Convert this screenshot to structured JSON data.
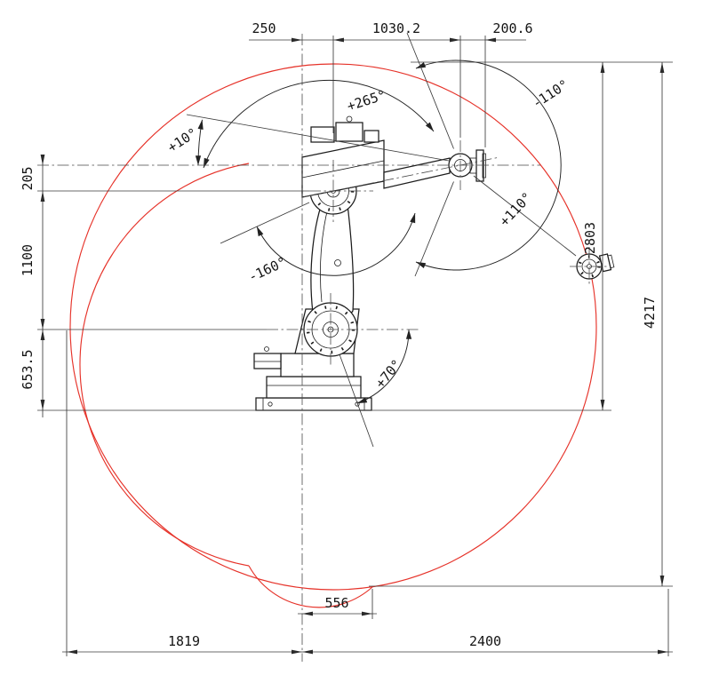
{
  "diagram": {
    "name": "industrial-robot-working-range-drawing",
    "colors": {
      "envelope": "#e63229",
      "lines": "#1c1c1c"
    },
    "dimensions": {
      "top": [
        "250",
        "1030.2",
        "200.6"
      ],
      "left": [
        "205",
        "1100",
        "653.5"
      ],
      "right": [
        "2803",
        "4217"
      ],
      "bottom": [
        "556",
        "1819",
        "2400"
      ]
    },
    "angles": [
      "+10°",
      "+265°",
      "-110°",
      "+110°",
      "-160°",
      "+70°"
    ]
  }
}
